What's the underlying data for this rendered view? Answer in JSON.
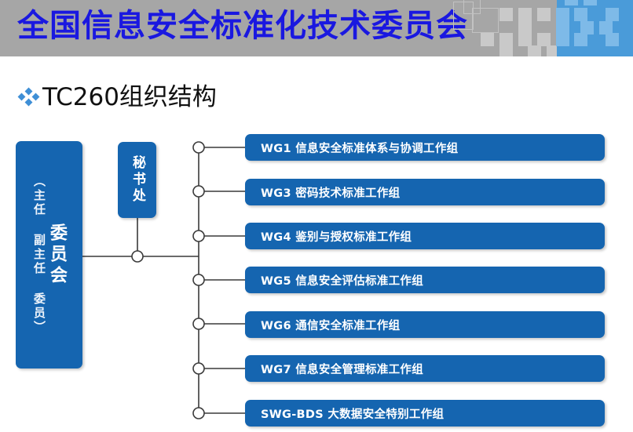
{
  "header": {
    "title": "全国信息安全标准化技术委员会",
    "title_color": "#1a18e0",
    "bar_color": "#a6a6a6",
    "accent_panel_color": "#4a9bd9"
  },
  "section": {
    "bullet_icon": "diamond-cluster-icon",
    "title": "TC260组织结构",
    "bullet_color": "#3f8fd6"
  },
  "diagram": {
    "box_color": "#1565b0",
    "line_color": "#3a3a3a",
    "committee": {
      "main_text": "委员会",
      "sub_text": "（主任 副主任 委员）"
    },
    "secretariat": {
      "text": "秘书处"
    },
    "working_groups": [
      {
        "code": "WG1",
        "name": "信息安全标准体系与协调工作组",
        "label": "WG1 信息安全标准体系与协调工作组"
      },
      {
        "code": "WG3",
        "name": "密码技术标准工作组",
        "label": "WG3 密码技术标准工作组"
      },
      {
        "code": "WG4",
        "name": "鉴别与授权标准工作组",
        "label": "WG4 鉴别与授权标准工作组"
      },
      {
        "code": "WG5",
        "name": "信息安全评估标准工作组",
        "label": "WG5 信息安全评估标准工作组"
      },
      {
        "code": "WG6",
        "name": "通信安全标准工作组",
        "label": "WG6 通信安全标准工作组"
      },
      {
        "code": "WG7",
        "name": "信息安全管理标准工作组",
        "label": "WG7 信息安全管理标准工作组"
      },
      {
        "code": "SWG-BDS",
        "name": "大数据安全特别工作组",
        "label": "SWG-BDS 大数据安全特别工作组"
      }
    ]
  }
}
